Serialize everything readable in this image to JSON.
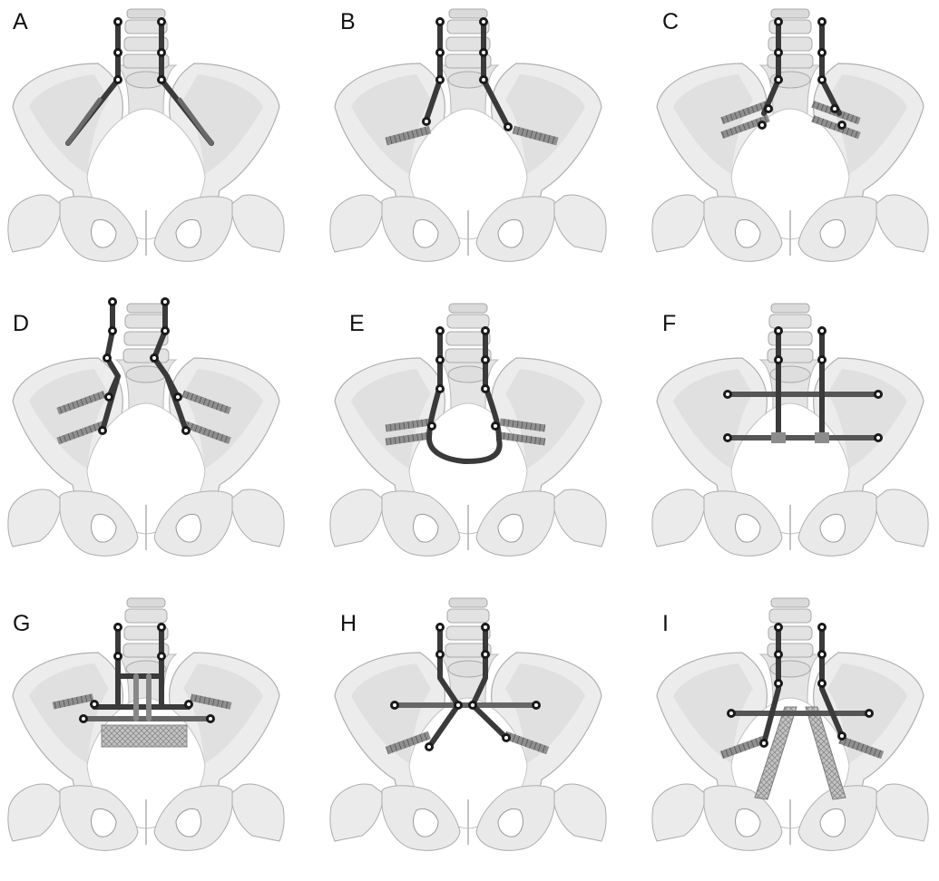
{
  "figure": {
    "panels": [
      {
        "label": "A",
        "variant": "rods-to-iliac-wings"
      },
      {
        "label": "B",
        "variant": "rods-with-single-iliac-screws"
      },
      {
        "label": "C",
        "variant": "rods-with-double-iliac-screws"
      },
      {
        "label": "D",
        "variant": "extended-rods-with-double-iliac-screws"
      },
      {
        "label": "E",
        "variant": "closed-loop-rod"
      },
      {
        "label": "F",
        "variant": "transverse-bars-frame"
      },
      {
        "label": "G",
        "variant": "frame-with-mesh-cage"
      },
      {
        "label": "H",
        "variant": "rods-with-transverse-bar"
      },
      {
        "label": "I",
        "variant": "rods-with-bar-and-fibular-struts"
      }
    ]
  },
  "colors": {
    "bone": "#eeeeee",
    "bone_shadow": "#c9c9c9",
    "bone_outline": "#a9a9a9",
    "rod": "#3a3a3a",
    "bar": "#555555",
    "iliac_screw": "#8a8a8a",
    "connector": "#8c8c8c",
    "graft": "#b9b9b9"
  }
}
